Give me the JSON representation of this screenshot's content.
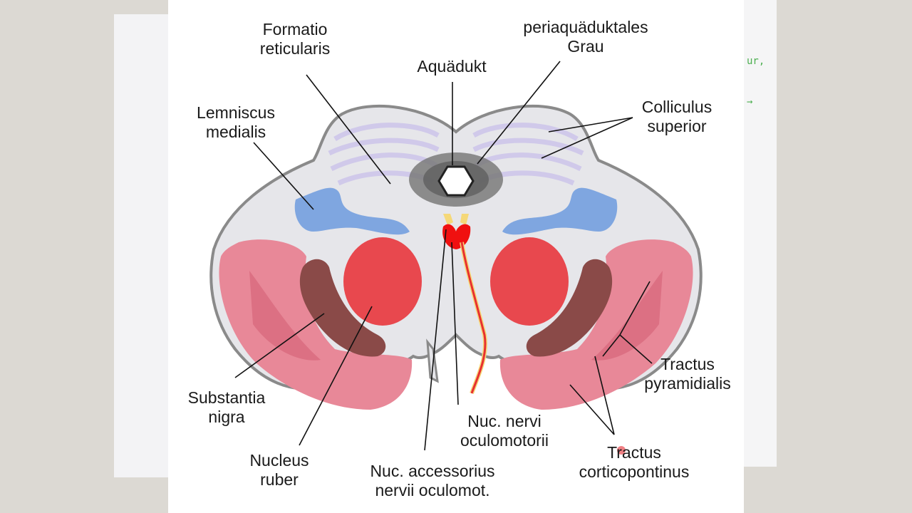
{
  "labels": {
    "formatio": [
      "Formatio",
      "reticularis"
    ],
    "periaquaeductales": [
      "periaquäduktales",
      "Grau"
    ],
    "aquaeduct": [
      "Aquädukt"
    ],
    "lemniscus": [
      "Lemniscus",
      "medialis"
    ],
    "colliculus": [
      "Colliculus",
      "superior"
    ],
    "tractus_pyramidalis": [
      "Tractus",
      "pyramidialis"
    ],
    "substantia_nigra": [
      "Substantia",
      "nigra"
    ],
    "nucleus_ruber": [
      "Nucleus",
      "ruber"
    ],
    "nuc_nervi": [
      "Nuc. nervi",
      "oculomotorii"
    ],
    "nuc_accessorius": [
      "Nuc. accessorius",
      "nervii oculomot."
    ],
    "tractus_corticopontinus": [
      "Tractus",
      "corticopontinus"
    ]
  },
  "edge_scraps": [
    "ur,",
    "→"
  ],
  "colors": {
    "outline": "#8a8a8a",
    "tissue": "#e6e6ea",
    "colliculus_stripes": "#cfc8ea",
    "periaqueductal_gray": "#7a7a7a",
    "lemniscus_blue": "#7fa6e0",
    "nucleus_ruber_red": "#e8484e",
    "substantia_nigra_brown": "#8a4a48",
    "crus_pink": "#e88898",
    "oculomotor_nucleus": "#f01010",
    "nerve_yellow": "#f5d878"
  }
}
